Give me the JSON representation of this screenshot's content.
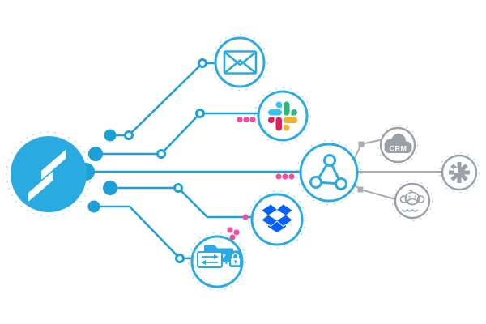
{
  "diagram": {
    "type": "integration-connection-diagram",
    "nodes": {
      "logo": {
        "icon": "stitch-logo",
        "shape": "filled-blue-circle-double-slash"
      },
      "email": {
        "icon": "envelope-icon"
      },
      "slack": {
        "icon": "slack-icon"
      },
      "hub": {
        "icon": "network-hub-icon"
      },
      "crm": {
        "icon": "crm-cloud-icon",
        "label": "CRM"
      },
      "asterisk": {
        "icon": "asterisk-icon"
      },
      "mailchimp": {
        "icon": "monkey-icon"
      },
      "dropbox": {
        "icon": "dropbox-icon"
      },
      "sftp": {
        "icon": "sftp-folder-lock-icon",
        "label": "SFTP"
      }
    },
    "packet_dots": {
      "near_slack": 3,
      "near_hub": 3,
      "near_dropbox": 1,
      "near_sftp_area": 3
    },
    "colors": {
      "primary_blue": "#29abe2",
      "line_blue": "#1d9fd8",
      "dropbox_blue": "#0061fe",
      "magenta_dot": "#ee4f9e",
      "gray": "#9aa0a6",
      "slack_blue": "#36c5f0",
      "slack_green": "#2eb67d",
      "slack_yellow": "#ecb22e",
      "slack_red": "#e01e5a",
      "background": "#ffffff"
    }
  }
}
